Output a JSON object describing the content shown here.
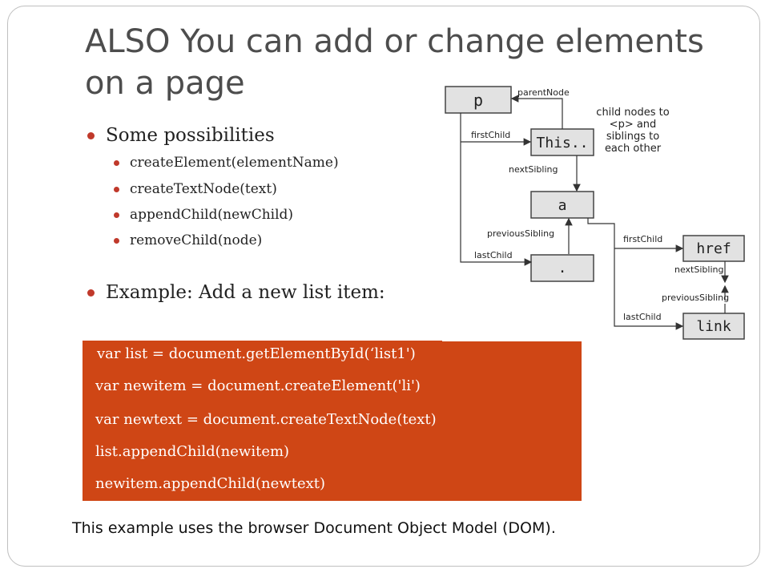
{
  "slide": {
    "title": "ALSO You can add or change elements on a page",
    "bullets": [
      {
        "text": "Some possibilities",
        "level": 1
      },
      {
        "text": "createElement(elementName)",
        "level": 2
      },
      {
        "text": "createTextNode(text)",
        "level": 2
      },
      {
        "text": "appendChild(newChild)",
        "level": 2
      },
      {
        "text": "removeChild(node)",
        "level": 2
      },
      {
        "text": "Example: Add a new list item:",
        "level": 1
      }
    ],
    "code_lines": [
      "var list = document.getElementById(‘list1')",
      "var newitem = document.createElement('li')",
      "var newtext = document.createTextNode(text)",
      "list.appendChild(newitem)",
      "newitem.appendChild(newtext)"
    ],
    "caption": "This example uses the browser Document Object Model (DOM).",
    "colors": {
      "code_bg": "#cf4615",
      "bullet": "#c0392b",
      "title": "#4d4d4d"
    }
  },
  "diagram": {
    "nodes": {
      "p": "p",
      "this": "This..",
      "a": "a",
      "dot": ".",
      "href": "href",
      "link": "link"
    },
    "labels": {
      "parentNode": "parentNode",
      "firstChild": "firstChild",
      "nextSibling": "nextSibling",
      "previousSibling": "previousSibling",
      "lastChild": "lastChild",
      "firstChild2": "firstChild",
      "nextSibling2": "nextSibling",
      "previousSibling2": "previousSibling",
      "lastChild2": "lastChild"
    },
    "note": [
      "child nodes to",
      "<p> and",
      "siblings to",
      "each other"
    ]
  }
}
